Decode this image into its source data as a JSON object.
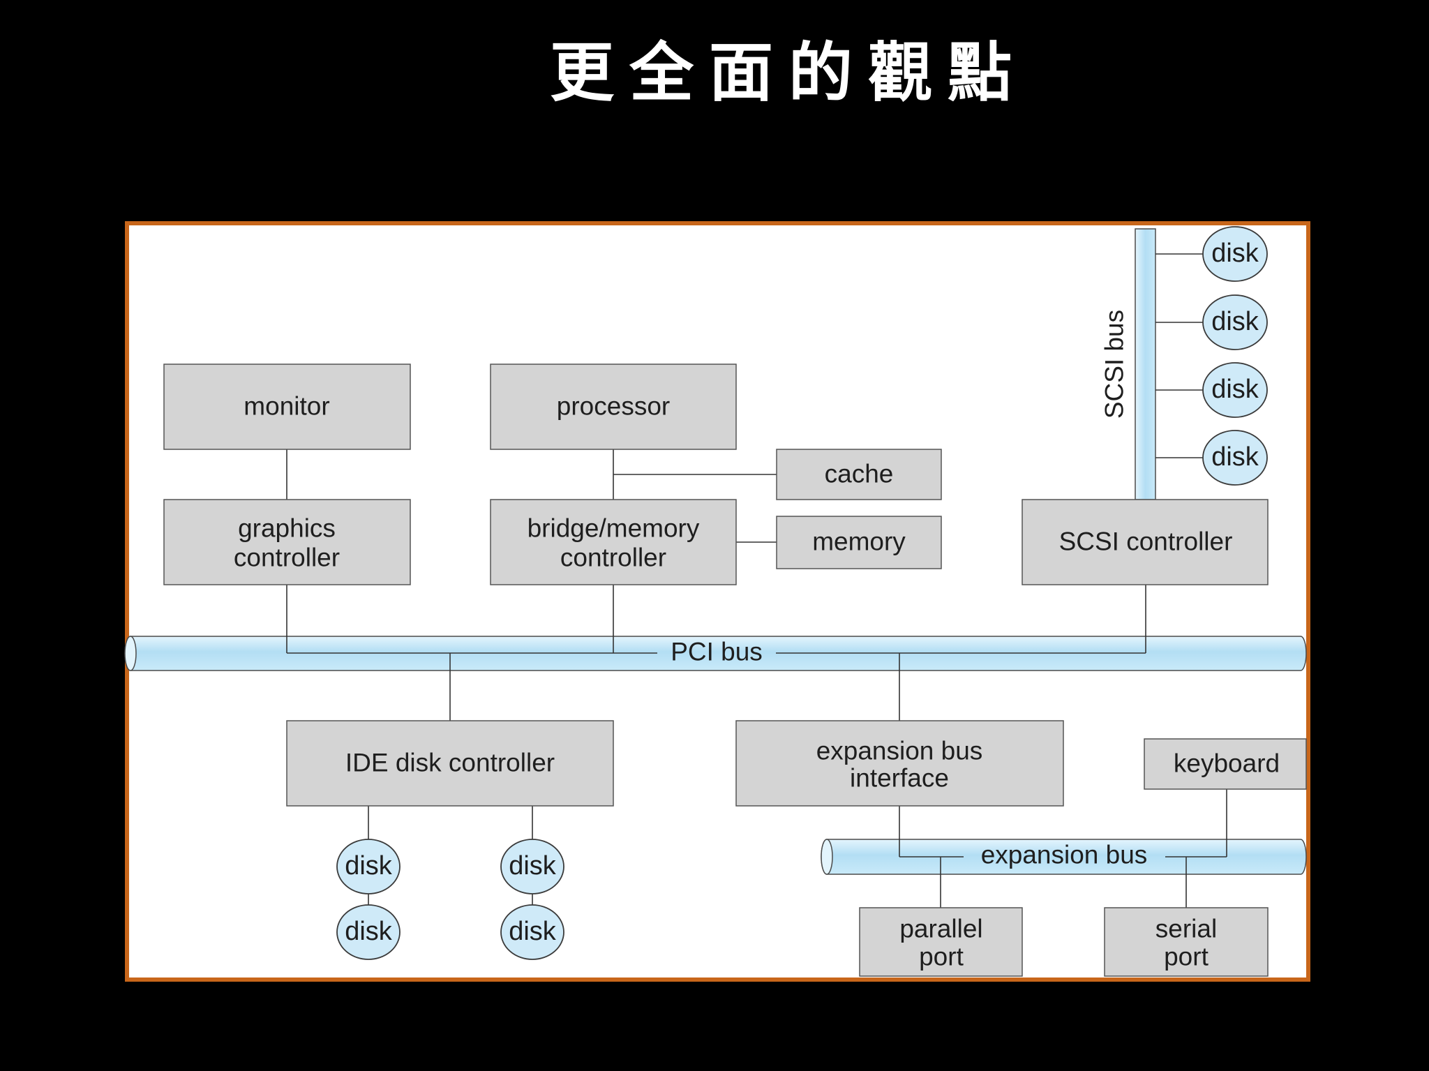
{
  "slide": {
    "title": "更全面的觀點"
  },
  "diagram": {
    "monitor": "monitor",
    "processor": "processor",
    "cache": "cache",
    "memory": "memory",
    "graphics_controller": [
      "graphics",
      "controller"
    ],
    "bridge_memory_controller": [
      "bridge/memory",
      "controller"
    ],
    "scsi_controller": "SCSI controller",
    "scsi_bus": "SCSI bus",
    "scsi_disks": [
      "disk",
      "disk",
      "disk",
      "disk"
    ],
    "pci_bus": "PCI bus",
    "ide_disk_controller": "IDE disk controller",
    "ide_disks": [
      "disk",
      "disk",
      "disk",
      "disk"
    ],
    "expansion_bus_interface": [
      "expansion bus",
      "interface"
    ],
    "keyboard": "keyboard",
    "expansion_bus": "expansion bus",
    "parallel_port": [
      "parallel",
      "port"
    ],
    "serial_port": [
      "serial",
      "port"
    ]
  },
  "colors": {
    "background": "#000000",
    "title": "#ffffff",
    "panel_border": "#c8661a",
    "panel_fill": "#ffffff",
    "box_fill": "#d4d4d4",
    "bus_fill": "#bfe4f6",
    "disk_fill": "#cfeaf8"
  }
}
